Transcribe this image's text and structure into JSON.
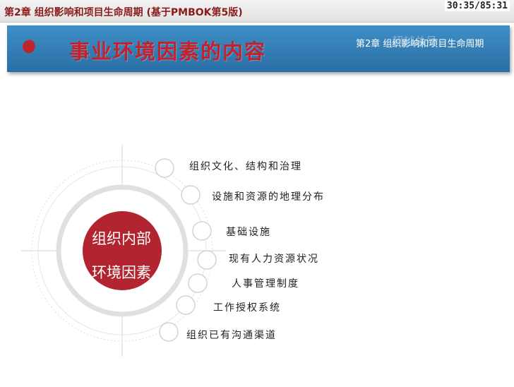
{
  "header": {
    "doc_title": "第2章 组织影响和项目生命周期 (基于PMBOK第5版)",
    "timer": "30:35/85:31"
  },
  "banner": {
    "title": "事业环境因素的内容",
    "chapter": "第2章  组织影响和项目生命周期",
    "watermark": "超越总号"
  },
  "diagram": {
    "center_line1": "组织内部",
    "center_line2": "环境因素",
    "items": [
      "组织文化、结构和治理",
      "设施和资源的地理分布",
      "基础设施",
      "现有人力资源状况",
      "人事管理制度",
      "工作授权系统",
      "组织已有沟通渠道"
    ]
  },
  "colors": {
    "accent_red": "#b22530",
    "banner_blue": "#2f7bb5",
    "title_red": "#c4212c"
  }
}
